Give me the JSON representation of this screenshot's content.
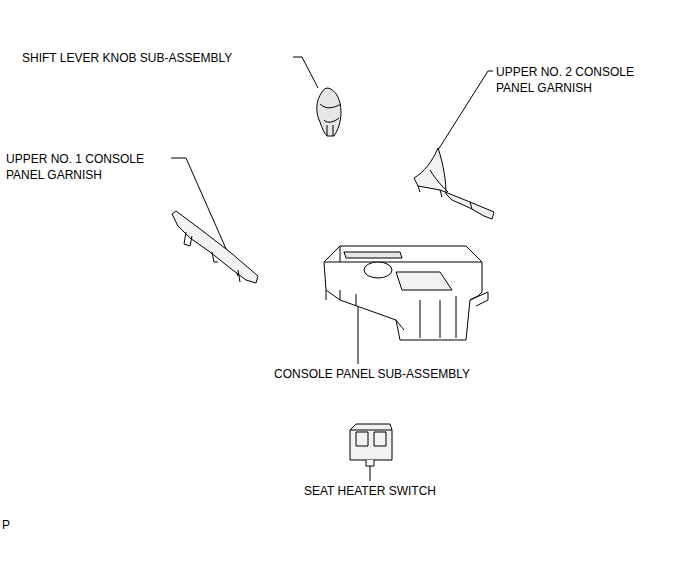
{
  "diagram": {
    "labels": [
      "SHIFT LEVER KNOB SUB-ASSEMBLY",
      "UPPER NO. 2 CONSOLE PANEL GARNISH",
      "UPPER NO. 1 CONSOLE PANEL GARNISH",
      "CONSOLE PANEL SUB-ASSEMBLY",
      "SEAT HEATER SWITCH",
      "P"
    ]
  }
}
